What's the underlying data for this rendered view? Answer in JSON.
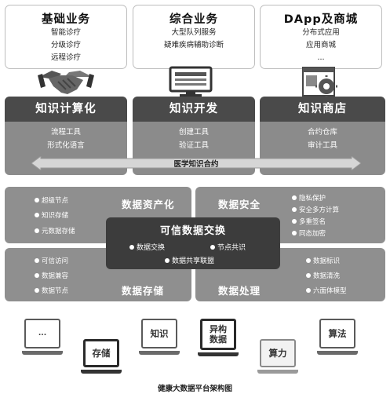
{
  "top_boxes": [
    {
      "title": "基础业务",
      "lines": [
        "智能诊疗",
        "分级诊疗",
        "远程诊疗"
      ]
    },
    {
      "title": "综合业务",
      "lines": [
        "大型队列服务",
        "疑难疾病辅助诊断"
      ]
    },
    {
      "title": "DApp及商城",
      "lines": [
        "分布式应用",
        "应用商城",
        "..."
      ]
    }
  ],
  "columns": [
    {
      "title": "知识计算化",
      "lines": [
        "流程工具",
        "形式化语言"
      ]
    },
    {
      "title": "知识开发",
      "lines": [
        "创建工具",
        "验证工具"
      ]
    },
    {
      "title": "知识商店",
      "lines": [
        "合约仓库",
        "审计工具"
      ]
    }
  ],
  "contract_bar": "医学知识合约",
  "quadrants": {
    "top_left": {
      "title": "数据资产化",
      "bullets": [
        "超级节点",
        "知识存储",
        "元数据存储"
      ]
    },
    "top_right": {
      "title": "数据安全",
      "bullets": [
        "隐私保护",
        "安全多方计算",
        "多重签名",
        "同态加密"
      ]
    },
    "bottom_left": {
      "title": "数据存储",
      "bullets": [
        "可信访问",
        "数据兼容",
        "数据节点"
      ]
    },
    "bottom_right": {
      "title": "数据处理",
      "bullets": [
        "数据标识",
        "数据清洗",
        "六面体模型"
      ]
    }
  },
  "center": {
    "title": "可信数据交换",
    "items": [
      "数据交换",
      "节点共识",
      "数据共享联盟"
    ]
  },
  "devices": [
    {
      "label": "...",
      "style": "light"
    },
    {
      "label": "存储",
      "style": "dark"
    },
    {
      "label": "知识",
      "style": "light"
    },
    {
      "label": "异构\n数据",
      "style": "dark"
    },
    {
      "label": "算力",
      "style": "grey"
    },
    {
      "label": "算法",
      "style": "light"
    }
  ],
  "caption": "健康大数据平台架构图",
  "icons": [
    "handshake-icon",
    "monitor-icon",
    "shop-gear-icon"
  ]
}
